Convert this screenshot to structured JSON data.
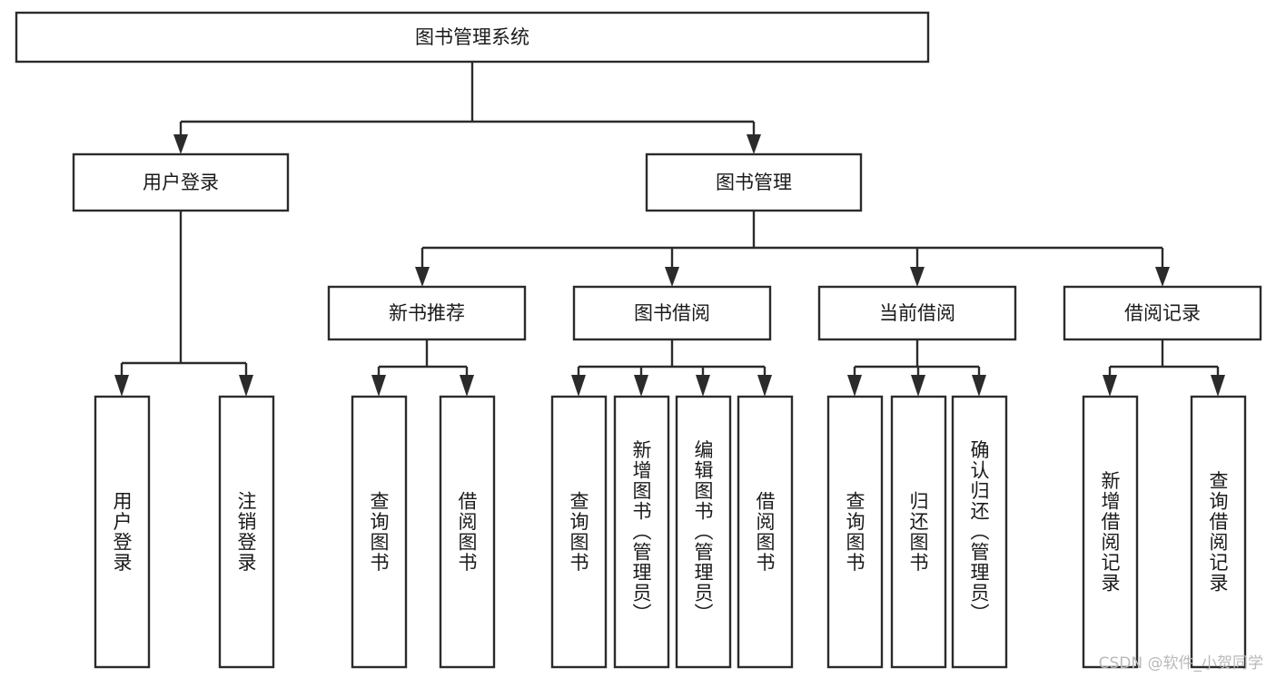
{
  "diagram": {
    "type": "tree",
    "title": "图书管理系统",
    "orientation": "top-down",
    "edge_style": "orthogonal-arrow",
    "colors": {
      "box_stroke": "#2b2b2b",
      "box_fill": "#ffffff",
      "text": "#1a1a1a",
      "connector": "#2b2b2b",
      "watermark": "#b9b9b9",
      "background": "#ffffff"
    },
    "root": {
      "label": "图书管理系统",
      "level": 0
    },
    "level2": [
      {
        "label": "用户登录"
      },
      {
        "label": "图书管理"
      }
    ],
    "level3": [
      {
        "label": "新书推荐"
      },
      {
        "label": "图书借阅"
      },
      {
        "label": "当前借阅"
      },
      {
        "label": "借阅记录"
      }
    ],
    "leaves": {
      "user_login": [
        {
          "label": "用户登录"
        },
        {
          "label": "注销登录"
        }
      ],
      "new_book_recommend": [
        {
          "label": "查询图书"
        },
        {
          "label": "借阅图书"
        }
      ],
      "book_borrow": [
        {
          "label": "查询图书"
        },
        {
          "label": "新增图书（管理员）"
        },
        {
          "label": "编辑图书（管理员）"
        },
        {
          "label": "借阅图书"
        }
      ],
      "current_borrow": [
        {
          "label": "查询图书"
        },
        {
          "label": "归还图书"
        },
        {
          "label": "确认归还（管理员）"
        }
      ],
      "borrow_record": [
        {
          "label": "新增借阅记录"
        },
        {
          "label": "查询借阅记录"
        }
      ]
    }
  },
  "watermark": {
    "text": "CSDN @软件_小贺同学"
  }
}
